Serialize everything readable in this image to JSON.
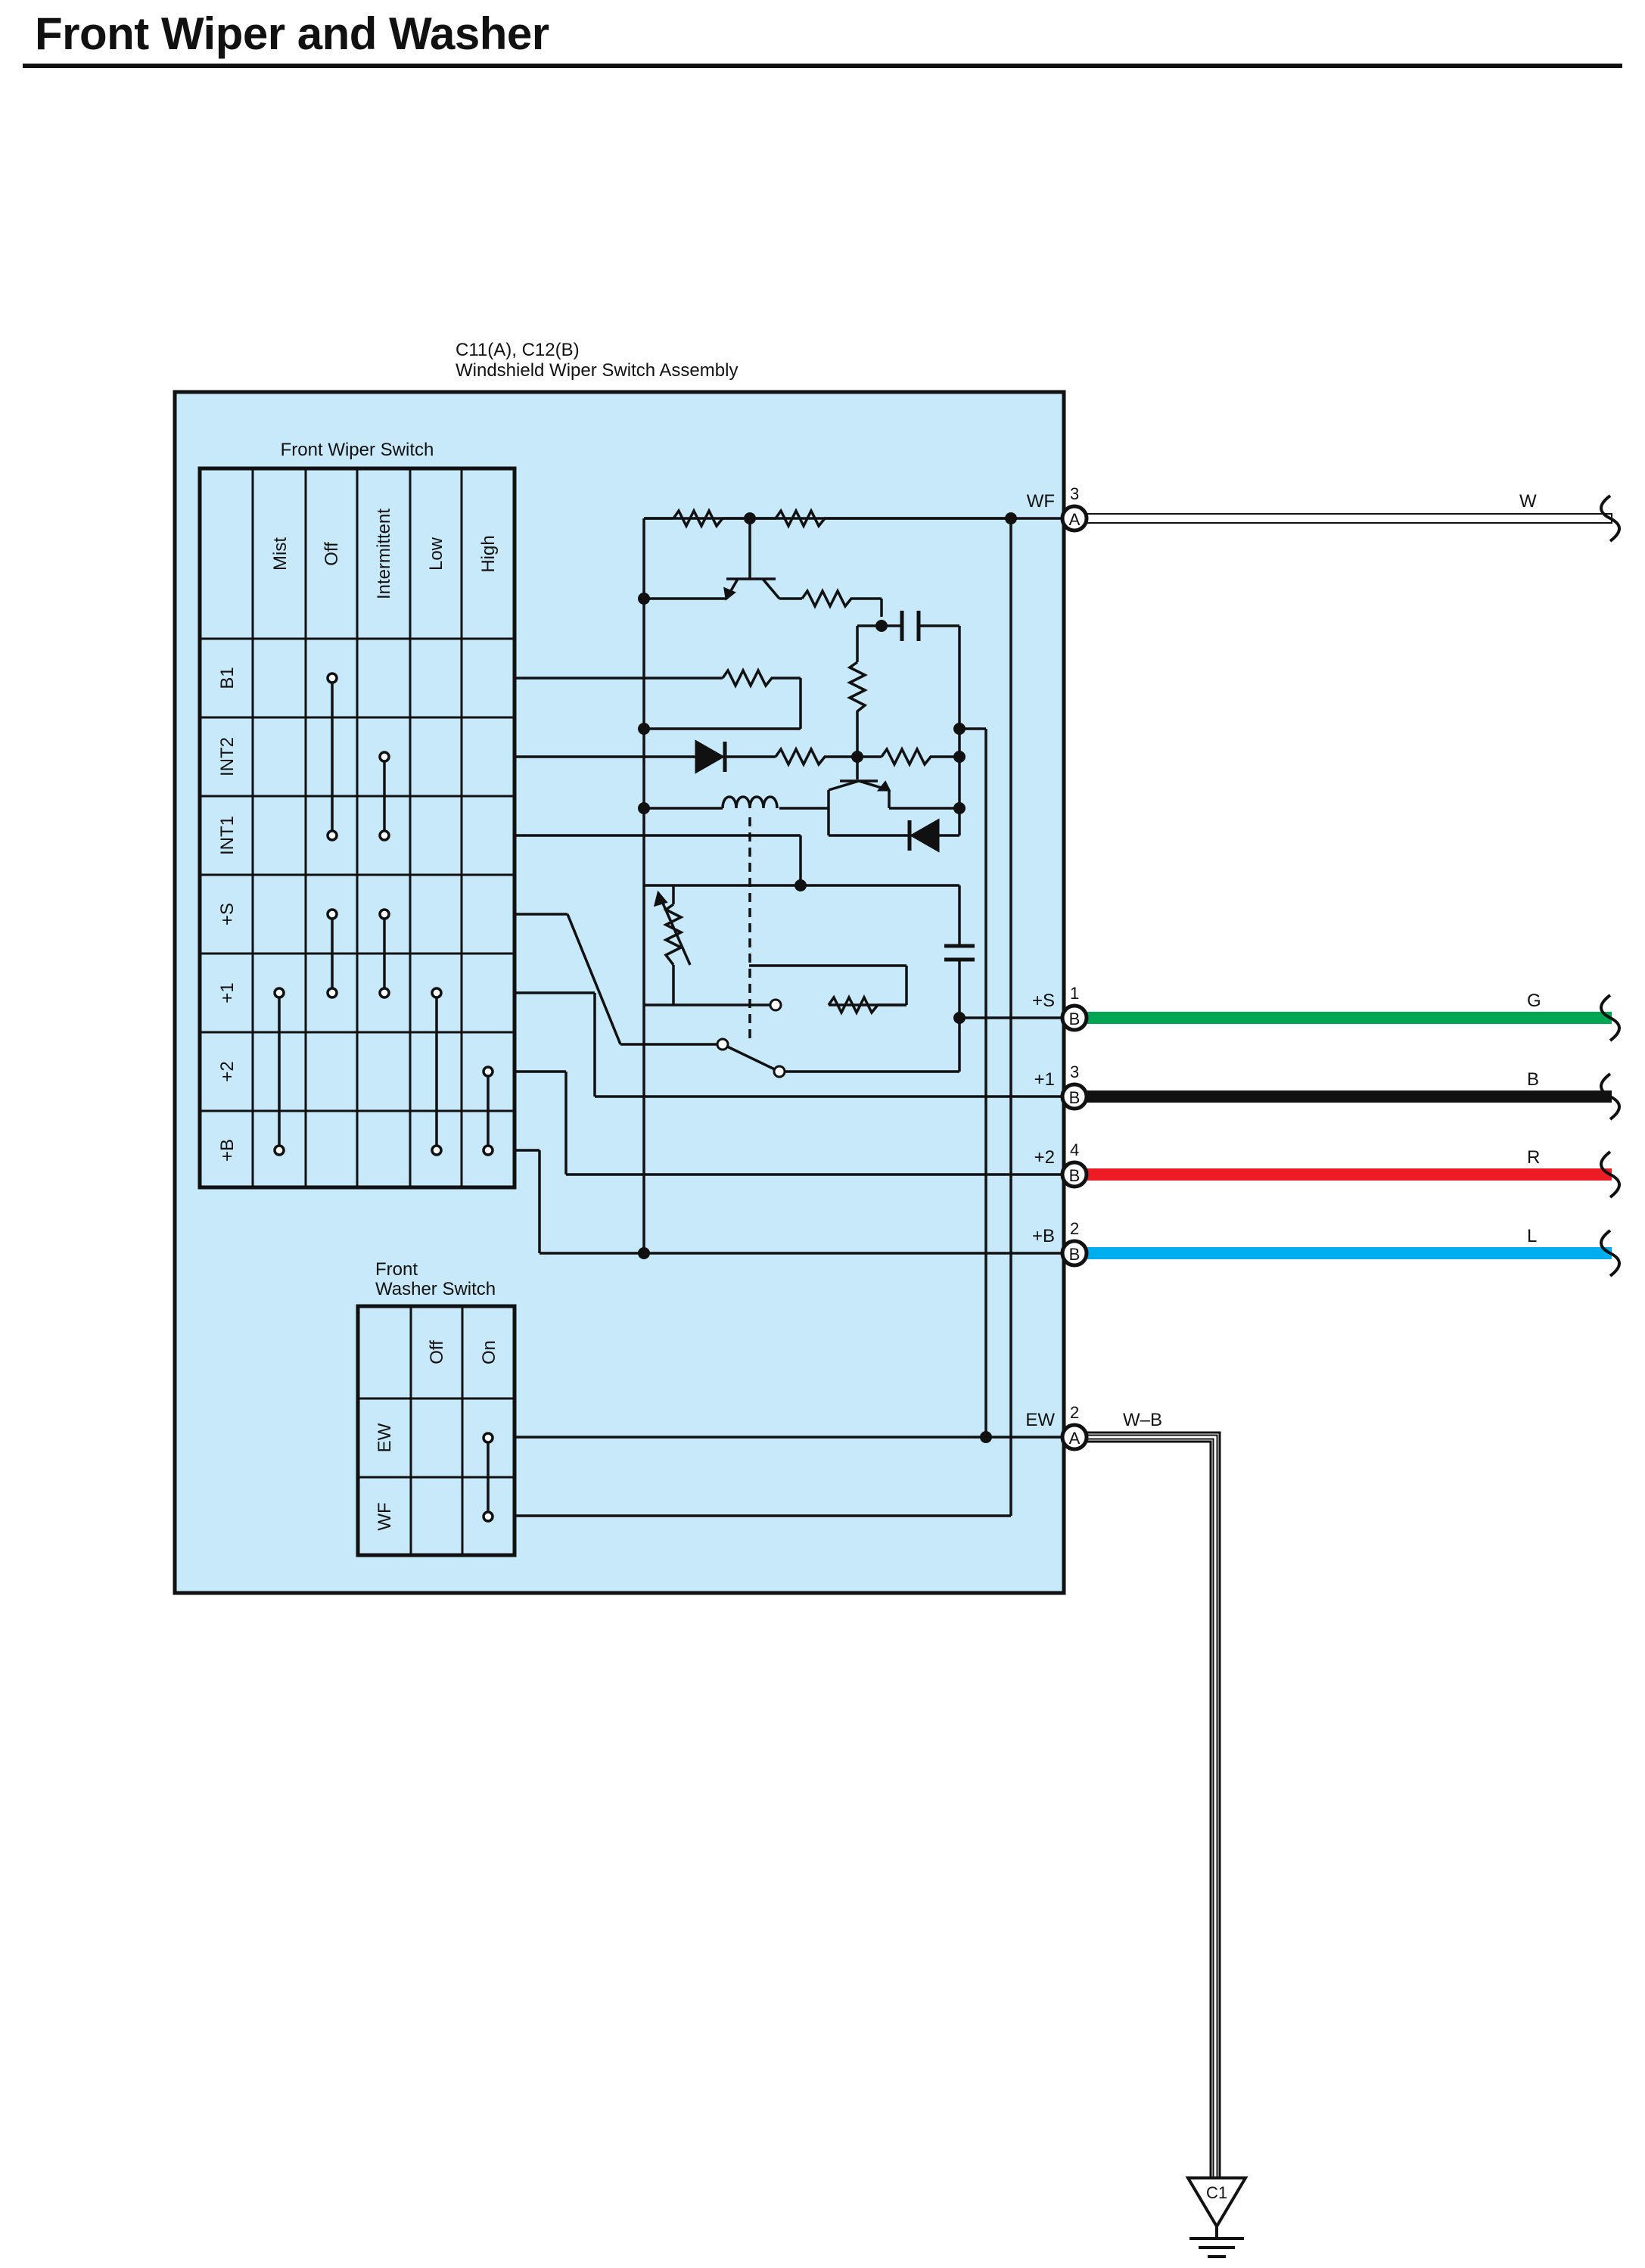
{
  "title": "Front Wiper and Washer",
  "assembly": {
    "connector_ids": "C11(A), C12(B)",
    "name": "Windshield Wiper Switch Assembly"
  },
  "wiper_switch": {
    "title": "Front Wiper Switch",
    "positions": [
      "Mist",
      "Off",
      "Intermittent",
      "Low",
      "High"
    ],
    "terminals": [
      "B1",
      "INT2",
      "INT1",
      "+S",
      "+1",
      "+2",
      "+B"
    ]
  },
  "washer_switch": {
    "title_line1": "Front",
    "title_line2": "Washer Switch",
    "positions": [
      "Off",
      "On"
    ],
    "terminals": [
      "EW",
      "WF"
    ]
  },
  "pins": [
    {
      "id": "wf",
      "label": "WF",
      "number": "3",
      "connector": "A",
      "wire": "W",
      "color": "#ffffff"
    },
    {
      "id": "s",
      "label": "+S",
      "number": "1",
      "connector": "B",
      "wire": "G",
      "color": "#00a651"
    },
    {
      "id": "p1",
      "label": "+1",
      "number": "3",
      "connector": "B",
      "wire": "B",
      "color": "#111111"
    },
    {
      "id": "p2",
      "label": "+2",
      "number": "4",
      "connector": "B",
      "wire": "R",
      "color": "#ed1c24"
    },
    {
      "id": "pb",
      "label": "+B",
      "number": "2",
      "connector": "B",
      "wire": "L",
      "color": "#00aeef"
    },
    {
      "id": "ew",
      "label": "EW",
      "number": "2",
      "connector": "A",
      "wire": "W–B",
      "color": "#ffffff"
    }
  ],
  "ground": {
    "label": "C1"
  },
  "colors": {
    "panel_fill": "#c8e9fa",
    "line": "#111111"
  }
}
